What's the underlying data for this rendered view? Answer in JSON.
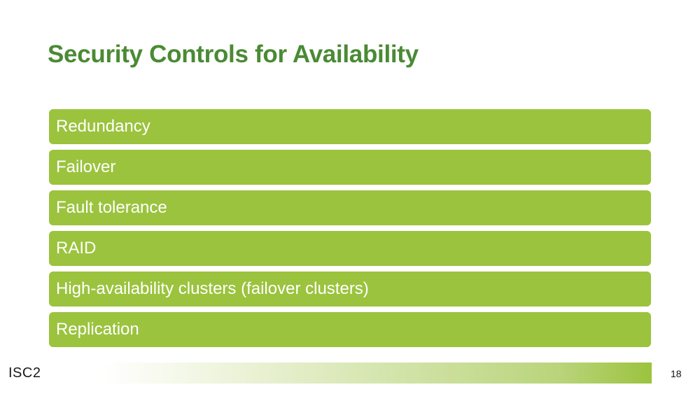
{
  "slide": {
    "title": "Security Controls for Availability",
    "items": [
      {
        "label": "Redundancy"
      },
      {
        "label": "Failover"
      },
      {
        "label": "Fault tolerance"
      },
      {
        "label": "RAID"
      },
      {
        "label": "High-availability clusters (failover clusters)"
      },
      {
        "label": "Replication"
      }
    ]
  },
  "footer": {
    "logo_text": "ISC2",
    "page_number": "18"
  },
  "colors": {
    "title": "#4a8a34",
    "item_background": "#9bc33e",
    "item_text": "#ffffff"
  }
}
